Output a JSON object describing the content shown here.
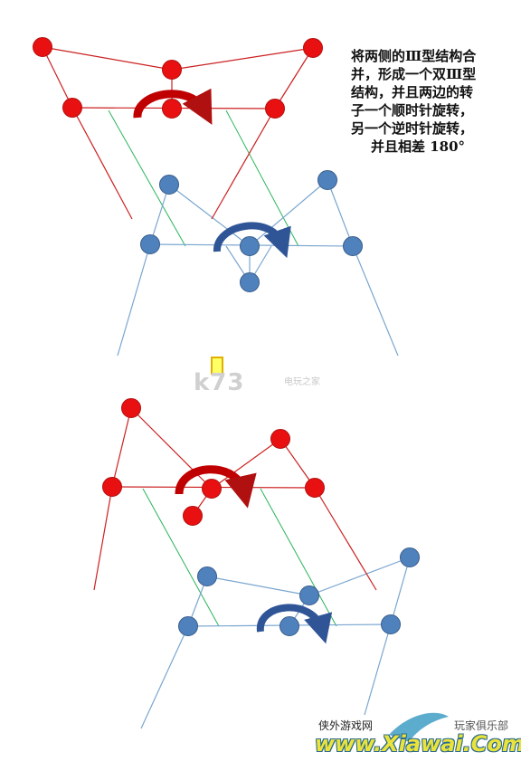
{
  "caption": {
    "lines": [
      "将两侧的Ⅲ型结构合",
      "并，形成一个双Ⅲ型",
      "结构，并且两边的转",
      "子一个顺时针旋转，",
      "另一个逆时针旋转，",
      "并且相差 180°"
    ]
  },
  "watermark": {
    "site": "k73",
    "site_sub": "电玩之家",
    "brand_left": "侠外游戏网",
    "brand_right": "玩家俱乐部",
    "url": "www.Xiawai.Com"
  },
  "colors": {
    "red": "#e81010",
    "red_dark": "#b01010",
    "blue_fill": "#4f81bd",
    "blue_stroke": "#385d8a",
    "blue_line": "#7aa6cf",
    "green_line": "#28b45a",
    "red_line": "#cc2020"
  },
  "icons": {
    "clockwise_arrow": "rotation-arrow-clockwise-icon",
    "counterclockwise_arrow": "rotation-arrow-icon"
  }
}
